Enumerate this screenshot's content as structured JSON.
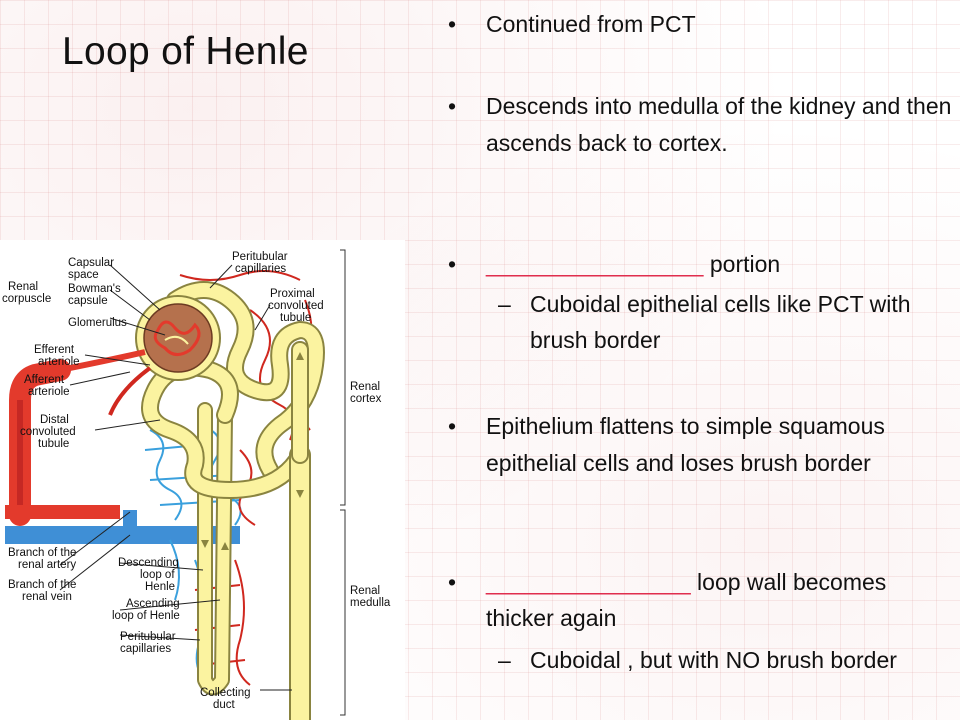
{
  "slide": {
    "title": "Loop of Henle",
    "bullet_marker": "•",
    "sub_marker": "–",
    "bullets": [
      {
        "text": "Continued from PCT"
      },
      {
        "text": "Descends into medulla of the kidney and then ascends back to cortex."
      },
      {
        "blank": "_________________",
        "after": "  portion"
      },
      {
        "text": "Cuboidal epithelial cells like PCT with brush border"
      },
      {
        "text": "Epithelium flattens to simple squamous epithelial cells and loses brush border"
      },
      {
        "blank": "________________",
        "after": " loop wall becomes thicker again"
      },
      {
        "text": "Cuboidal , but with NO brush border"
      }
    ]
  },
  "diagram": {
    "labels": {
      "capsular_space": [
        "Capsular",
        "space"
      ],
      "bowmans_capsule": [
        "Bowman's",
        "capsule"
      ],
      "glomerulus": "Glomerulus",
      "renal_corpuscle": [
        "Renal",
        "corpuscle"
      ],
      "efferent_arteriole": [
        "Efferent",
        "arteriole"
      ],
      "afferent_arteriole": [
        "Afferent",
        "arteriole"
      ],
      "distal_convoluted_tubule": [
        "Distal",
        "convoluted",
        "tubule"
      ],
      "peritubular_capillaries_top": [
        "Peritubular",
        "capillaries"
      ],
      "proximal_convoluted_tubule": [
        "Proximal",
        "convoluted",
        "tubule"
      ],
      "renal_cortex": [
        "Renal",
        "cortex"
      ],
      "branch_renal_artery": [
        "Branch of the",
        "renal artery"
      ],
      "branch_renal_vein": [
        "Branch of the",
        "renal vein"
      ],
      "descending_loop": [
        "Descending",
        "loop of",
        "Henle"
      ],
      "ascending_loop": [
        "Ascending",
        "loop of Henle"
      ],
      "peritubular_capillaries_bottom": [
        "Peritubular",
        "capillaries"
      ],
      "renal_medulla": [
        "Renal",
        "medulla"
      ],
      "collecting_duct": [
        "Collecting",
        "duct"
      ]
    }
  },
  "colors": {
    "blank_underline": "#e02a4a",
    "tubule_fill": "#fbf3a0",
    "tubule_stroke": "#8a8440",
    "artery": "#e33a2c",
    "vein": "#3f8fd6",
    "capillary_red": "#d0281f",
    "capillary_blue": "#3aa0dd",
    "glomerulus": "#b5714d"
  }
}
